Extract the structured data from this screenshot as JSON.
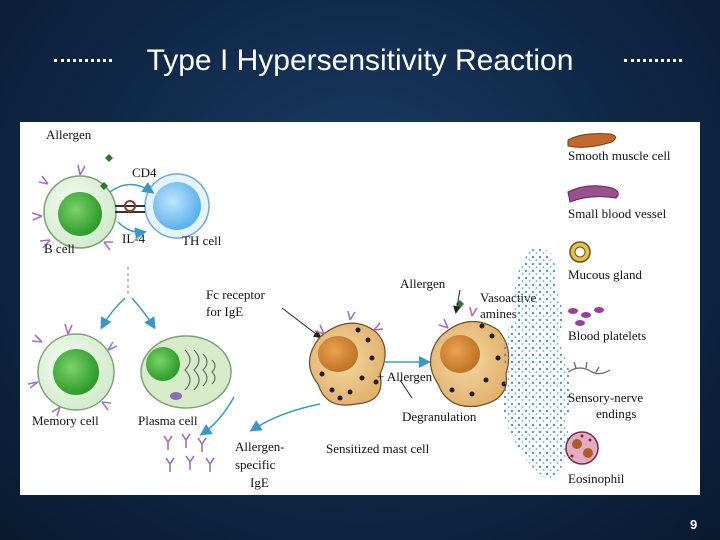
{
  "slide": {
    "title": "Type I Hypersensitivity Reaction",
    "page_number": "9"
  },
  "diagram": {
    "allergen_top": "Allergen",
    "cd4": "CD4",
    "b_cell": "B cell",
    "il4": "IL-4",
    "th_cell": "TH cell",
    "fc_receptor": "Fc receptor",
    "for_ige": "for IgE",
    "allergen_mid": "Allergen",
    "vasoactive": "Vasoactive",
    "amines": "amines",
    "plus_allergen": "+ Allergen",
    "degranulation": "Degranulation",
    "memory_cell": "Memory cell",
    "plasma_cell": "Plasma cell",
    "allergen_specific_1": "Allergen-",
    "allergen_specific_2": "specific",
    "allergen_specific_3": "IgE",
    "sensitized_mast_cell": "Sensitized mast cell"
  },
  "legend": [
    {
      "label": "Smooth muscle cell",
      "icon": "smooth-muscle-icon"
    },
    {
      "label": "Small blood vessel",
      "icon": "blood-vessel-icon"
    },
    {
      "label": "Mucous gland",
      "icon": "mucous-gland-icon"
    },
    {
      "label": "Blood platelets",
      "icon": "platelets-icon"
    },
    {
      "label": "Sensory-nerve",
      "label2": "endings",
      "icon": "nerve-endings-icon"
    },
    {
      "label": "Eosinophil",
      "icon": "eosinophil-icon"
    }
  ]
}
